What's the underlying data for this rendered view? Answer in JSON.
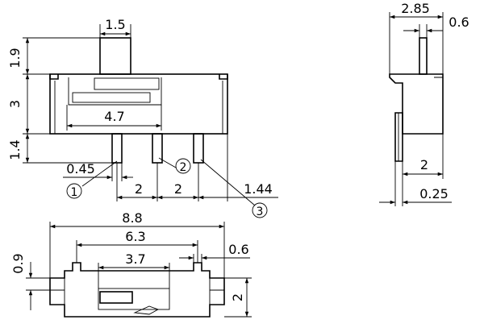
{
  "dimensions": {
    "front": {
      "actuator_width": "1.5",
      "actuator_height": "1.9",
      "body_height": "3",
      "pin_length": "1.4",
      "travel": "4.7",
      "pin_width": "0.45",
      "pitch_1": "2",
      "pitch_2": "2",
      "pin_offset": "1.44"
    },
    "side": {
      "depth": "2.85",
      "actuator_thickness": "0.6",
      "pin_spacing": "2",
      "pin_thickness": "0.25"
    },
    "top": {
      "overall_length": "8.8",
      "body_length": "6.3",
      "slot_length": "3.7",
      "tab_width": "0.6",
      "tab_height": "0.9",
      "width": "2"
    }
  },
  "pin_callouts": [
    "1",
    "2",
    "3"
  ]
}
